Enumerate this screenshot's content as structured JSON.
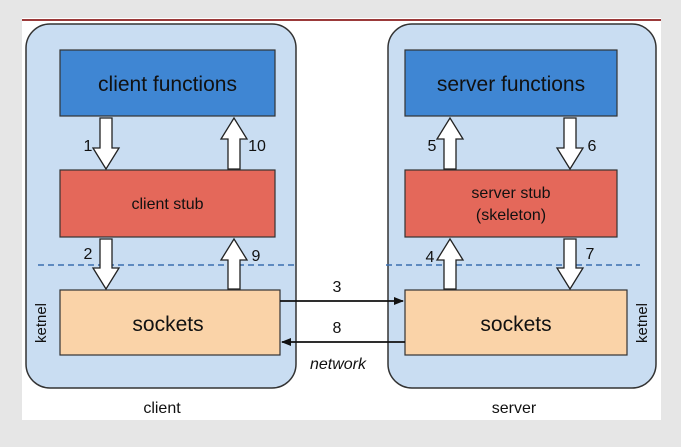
{
  "client": {
    "functions": "client functions",
    "stub": "client stub",
    "sockets": "sockets",
    "kernel": "ketnel",
    "label": "client",
    "steps": {
      "s1": "1",
      "s10": "10",
      "s2": "2",
      "s9": "9"
    }
  },
  "server": {
    "functions": "server functions",
    "stub_line1": "server stub",
    "stub_line2": "(skeleton)",
    "sockets": "sockets",
    "kernel": "ketnel",
    "label": "server",
    "steps": {
      "s5": "5",
      "s6": "6",
      "s4": "4",
      "s7": "7"
    }
  },
  "network": {
    "label": "network",
    "send_step": "3",
    "return_step": "8"
  },
  "colors": {
    "functions_box": "#3f86d3",
    "stub_box": "#e4685a",
    "sockets_box": "#fad3a8",
    "container": "#c9ddf2",
    "dashed_line": "#3a6fb0"
  }
}
